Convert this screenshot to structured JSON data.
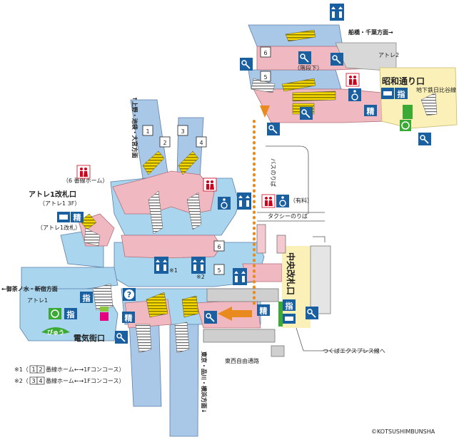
{
  "colors": {
    "platform": "#a9c8e8",
    "concourse": "#a9d6ee",
    "paid_area": "#f0b8c0",
    "stairs": "#f5d800",
    "escalator": "#ffffff",
    "route": "#e88a1e",
    "icon_blue": "#1a5fa0",
    "toilet_red": "#d0021b",
    "gate_green": "#3aaa35",
    "magenta": "#e6007e"
  },
  "tracks": [
    {
      "label": "1",
      "name": "track-1"
    },
    {
      "label": "2",
      "name": "track-2"
    },
    {
      "label": "3",
      "name": "track-3"
    },
    {
      "label": "4",
      "name": "track-4"
    },
    {
      "label": "5",
      "name": "track-5"
    },
    {
      "label": "6",
      "name": "track-6"
    }
  ],
  "directions": {
    "north": "↑上野・池袋・大宮方面",
    "south": "東京・品川・横浜方面↓",
    "west": "←御茶ノ水・新宿方面",
    "funabashi": "船橋・千葉方面→"
  },
  "gates": {
    "central": "中央改札口",
    "showa": "昭和通り口",
    "denki": "電気街口",
    "atre1_gate": "アトレ1改札口",
    "atre1_gate_floor": "（アトレ1 3F）",
    "atre1_gate_small": "（アトレ1改札）"
  },
  "places": {
    "atre1": "アトレ1",
    "atre2": "アトレ2",
    "hibiya": "地下鉄日比谷線",
    "bus": "バスのりば",
    "taxi": "タクシーのりば",
    "tozai_passage": "東西自由通路",
    "tsukuba": "つくばエクスプレス線へ",
    "track6_home": "（6 番線ホーム）",
    "paid": "（有料）",
    "kaidanshita": "（階段下）"
  },
  "notes": {
    "n1_mark": "※1",
    "n2_mark": "※2",
    "note1_prefix": "※1（",
    "note1_tracks": [
      "1",
      "2"
    ],
    "note1_text": "番線ホーム←→1Fコンコース）",
    "note2_prefix": "※2（",
    "note2_tracks": [
      "3",
      "4"
    ],
    "note2_text": "番線ホーム←→1Fコンコース）"
  },
  "icons": {
    "sei": "精",
    "shi": "指",
    "question": "?",
    "viewplaza": "びゅう"
  },
  "copyright": "©KOTSUSHIMBUNSHA"
}
